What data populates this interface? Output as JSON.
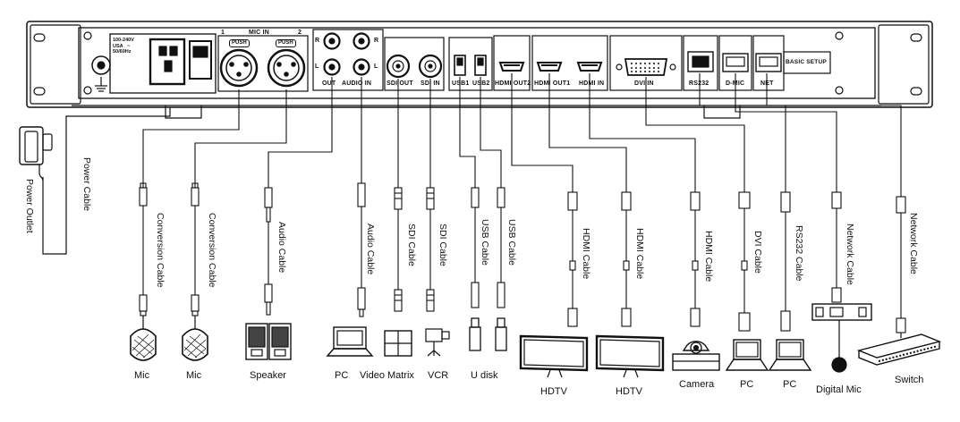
{
  "panel": {
    "power_spec": "100-240V\nUSA   ~\n50/60Hz",
    "mic_in_label": "MIC  IN",
    "mic_port_1": "1",
    "mic_port_2": "2",
    "push_label": "PUSH",
    "audio_r": "R",
    "audio_l": "L",
    "audio_out_label": "OUT",
    "audio_in_label": "AUDIO  IN",
    "sdi_out_label": "SDI  OUT",
    "sdi_in_label": "SDI  IN",
    "usb1_label": "USB1",
    "usb2_label": "USB2",
    "hdmi_out2_label": "HDMI  OUT2",
    "hdmi_out1_label": "HDMI  OUT1",
    "hdmi_in_label": "HDMI  IN",
    "dvi_in_label": "DVI  IN",
    "rs232_label": "RS232",
    "dmic_label": "D-MIC",
    "net_label": "NET",
    "basic_setup_label": "BASIC  SETUP"
  },
  "cables": [
    {
      "id": "power",
      "label": "Power Cable"
    },
    {
      "id": "conv1",
      "label": "Conversion Cable"
    },
    {
      "id": "conv2",
      "label": "Conversion Cable"
    },
    {
      "id": "audio_out",
      "label": "Audio Cable"
    },
    {
      "id": "audio_in",
      "label": "Audio Cable"
    },
    {
      "id": "sdi_out",
      "label": "SDI Cable"
    },
    {
      "id": "sdi_in",
      "label": "SDI Cable"
    },
    {
      "id": "usb1",
      "label": "USB Cable"
    },
    {
      "id": "usb2",
      "label": "USB Cable"
    },
    {
      "id": "hdmi_out2",
      "label": "HDMI Cable"
    },
    {
      "id": "hdmi_out1",
      "label": "HDMI Cable"
    },
    {
      "id": "hdmi_in",
      "label": "HDMI Cable"
    },
    {
      "id": "dvi",
      "label": "DVI Cable"
    },
    {
      "id": "rs232",
      "label": "RS232 Cable"
    },
    {
      "id": "net_dmic",
      "label": "Network Cable"
    },
    {
      "id": "net",
      "label": "Network Cable"
    }
  ],
  "devices": [
    {
      "id": "power_outlet",
      "label": "Power Outlet"
    },
    {
      "id": "mic1",
      "label": "Mic"
    },
    {
      "id": "mic2",
      "label": "Mic"
    },
    {
      "id": "speaker",
      "label": "Speaker"
    },
    {
      "id": "pc_audio",
      "label": "PC"
    },
    {
      "id": "video_matrix",
      "label": "Video Matrix"
    },
    {
      "id": "vcr",
      "label": "VCR"
    },
    {
      "id": "u_disk",
      "label": "U disk"
    },
    {
      "id": "hdtv1",
      "label": "HDTV"
    },
    {
      "id": "hdtv2",
      "label": "HDTV"
    },
    {
      "id": "camera",
      "label": "Camera"
    },
    {
      "id": "pc_dvi",
      "label": "PC"
    },
    {
      "id": "pc_rs232",
      "label": "PC"
    },
    {
      "id": "digital_mic",
      "label": "Digital Mic"
    },
    {
      "id": "switch",
      "label": "Switch"
    }
  ]
}
